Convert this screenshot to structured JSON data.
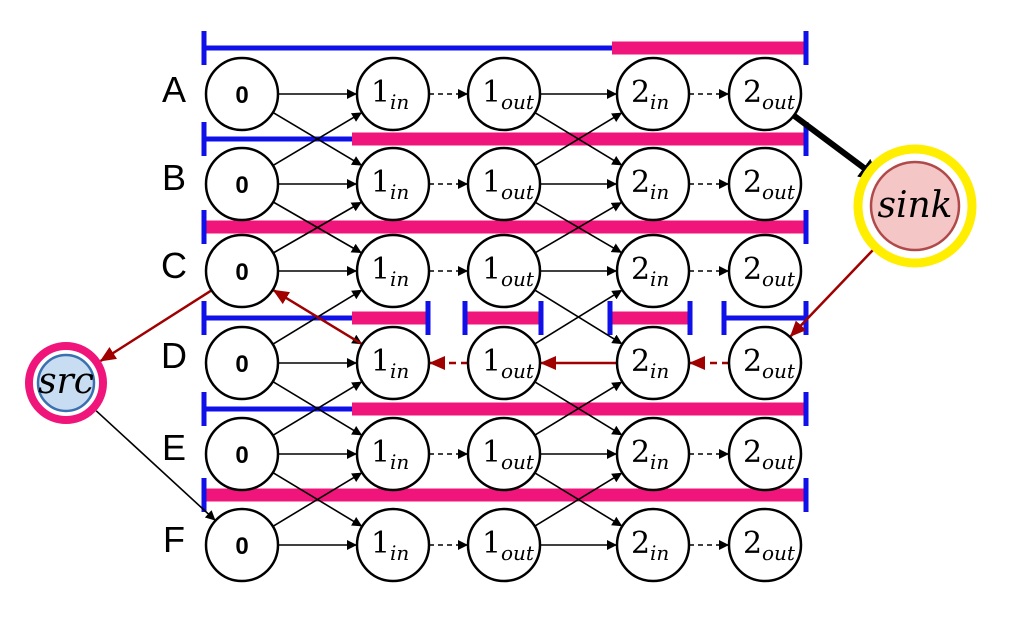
{
  "rows": [
    "A",
    "B",
    "C",
    "D",
    "E",
    "F"
  ],
  "node_columns": [
    {
      "main": "0",
      "sub": ""
    },
    {
      "main": "1",
      "sub": "in"
    },
    {
      "main": "1",
      "sub": "out"
    },
    {
      "main": "2",
      "sub": "in"
    },
    {
      "main": "2",
      "sub": "out"
    }
  ],
  "sink_label": "sink",
  "src_label": "src",
  "colors": {
    "blue_bar": "#1010e8",
    "pink_bar": "#f0157a",
    "red_arrow": "#a00000",
    "sink_fill": "#f4c6c6",
    "sink_ring": "#ffee00",
    "src_fill": "#c9ddf2",
    "src_ring": "#f0157a"
  }
}
